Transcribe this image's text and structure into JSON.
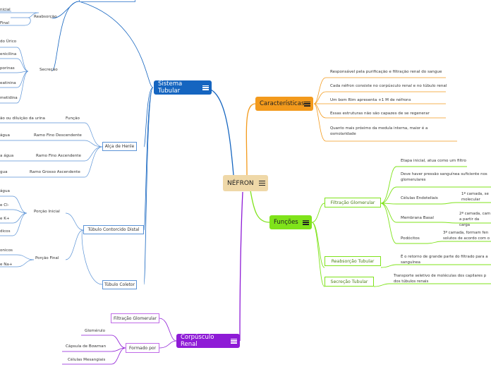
{
  "central": {
    "label": "NÉFRON"
  },
  "colors": {
    "tubular": "#1565c0",
    "caracteristicas": "#f39a1c",
    "funcoes": "#7fe31a",
    "corpusculo": "#8e1bd6",
    "central_bg": "#efd8a8"
  },
  "caracteristicas": {
    "label": "Características",
    "items": [
      "Responsável pela purificação e filtração renal do sangue",
      "Cada néfron consiste no corpúsculo renal e no túbulo renal",
      "Um bom Rim apresenta +1 M de néfrons",
      "Essas estruturas não são capazes de se regenerar",
      "Quanto mais próximo da medula interna, maior é a osmolaridade"
    ]
  },
  "funcoes": {
    "label": "Funções",
    "filtracao": {
      "label": "Filtração Glomerular",
      "items": [
        "Etapa inicial, atua como um filtro",
        "Deve haver pressão sanguínea suficiente nos glomerulares",
        "Células Endoteliais",
        "Membrana Basal",
        "Podócitos"
      ],
      "details": {
        "endoteliais": "1ª camada, se molecular",
        "basal": "2ª camada, cam a partir da carga",
        "podocitos": "3ª camada, formam fen solutos de acordo com o"
      }
    },
    "reabsorcao": {
      "label": "Reabsorção Tubular",
      "desc": "É o retorno de grande parte do filtrado para a sanguínea"
    },
    "secrecao": {
      "label": "Secreção Tubular",
      "desc": "Transporte seletivo de moléculas dos capilares p dos túbulos renais"
    }
  },
  "sistema_tubular": {
    "label": "Sistema Tubular",
    "reabsorcao": {
      "label": "Reabsorção",
      "items": [
        "nicial",
        "Final"
      ]
    },
    "secrecao": {
      "label": "Secreção",
      "items": [
        "do Úrico",
        "enicilina",
        "porinas",
        "eatinina",
        "metidina"
      ]
    },
    "alca": {
      "label": "Alça de Henle",
      "items": [
        {
          "label": "Função",
          "leaf": "ão ou diluição da urina"
        },
        {
          "label": "Ramo Fino Descendente",
          "leaf": "água"
        },
        {
          "label": "Ramo Fino Ascendente",
          "leaf": "a água"
        },
        {
          "label": "Ramo Grosso Ascendente",
          "leaf": "gua"
        }
      ]
    },
    "contorcido": {
      "label": "Túbulo Contorcido Distal",
      "inicial": {
        "label": "Porção Inicial",
        "items": [
          "água",
          "e Cl-",
          "e K+",
          "dicos"
        ]
      },
      "final": {
        "label": "Porção Final",
        "items": [
          "onicos",
          "e Na+"
        ]
      }
    },
    "coletor": {
      "label": "Túbulo Coletor"
    }
  },
  "corpusculo": {
    "label": "Corpúsculo Renal",
    "filtracao": "Filtração Glomerular",
    "formado_por": {
      "label": "Formado por",
      "items": [
        "Glomérulo",
        "Cápsula de Bowman",
        "Células Mesangiais"
      ]
    }
  }
}
